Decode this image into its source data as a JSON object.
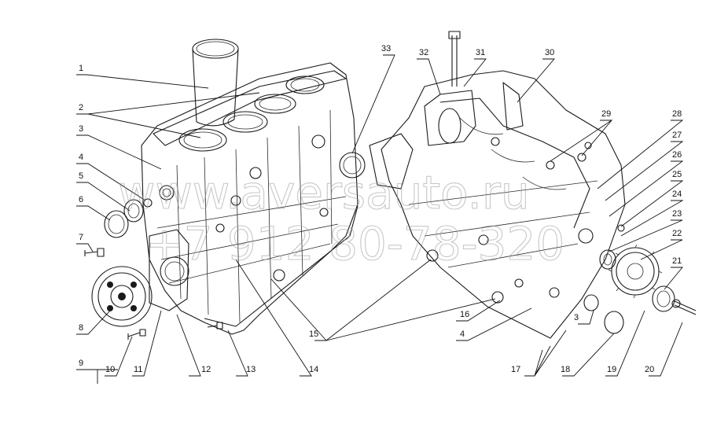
{
  "diagram": {
    "callouts": [
      "1",
      "2",
      "3",
      "4",
      "5",
      "6",
      "7",
      "8",
      "9",
      "10",
      "11",
      "12",
      "13",
      "14",
      "15",
      "16",
      "3",
      "4",
      "17",
      "18",
      "19",
      "20",
      "21",
      "22",
      "23",
      "24",
      "25",
      "26",
      "27",
      "28",
      "29",
      "30",
      "31",
      "32",
      "33"
    ]
  },
  "watermark": {
    "line1": "www.aversauto.ru",
    "line2": "+7 912 80-78-320"
  }
}
